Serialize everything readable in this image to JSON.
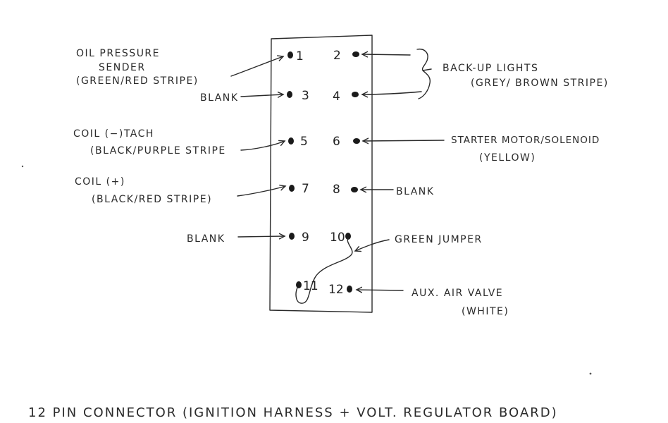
{
  "labels": {
    "oil_line1": "OIL PRESSURE",
    "oil_line2": "SENDER",
    "oil_line3": "(GREEN/RED STRIPE)",
    "blank_3": "BLANK",
    "coil_tach_line1": "COIL (−)TACH",
    "coil_tach_line2": "(BLACK/PURPLE STRIPE",
    "coil_plus_line1": "COIL (+)",
    "coil_plus_line2": "(BLACK/RED STRIPE)",
    "blank_9": "BLANK",
    "backup_line1": "BACK-UP LIGHTS",
    "backup_line2": "(GREY/ BROWN STRIPE)",
    "starter_line1": "STARTER MOTOR/SOLENOID",
    "starter_line2": "(YELLOW)",
    "blank_8": "BLANK",
    "green_jumper": "GREEN JUMPER",
    "aux_line1": "AUX. AIR VALVE",
    "aux_line2": "(WHITE)"
  },
  "pins": [
    "1",
    "2",
    "3",
    "4",
    "5",
    "6",
    "7",
    "8",
    "9",
    "10",
    "11",
    "12"
  ],
  "footer": "12 PIN CONNECTOR (IGNITION HARNESS + VOLT. REGULATOR BOARD)"
}
